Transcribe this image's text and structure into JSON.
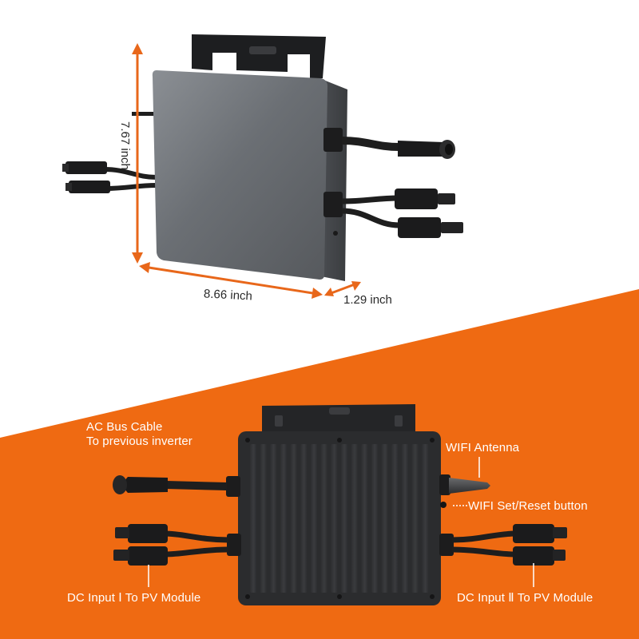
{
  "colors": {
    "orange": "#ef6a12",
    "dimension_arrow": "#e8671a",
    "top_body": "#6a6e73",
    "bottom_body": "#2b2c2e",
    "cable": "#1e1e1e"
  },
  "dimensions": {
    "height": "7.67 inch",
    "width": "8.66 inch",
    "depth": "1.29 inch"
  },
  "callouts": {
    "ac_cable_line1": "AC Bus Cable",
    "ac_cable_line2": "To previous inverter",
    "wifi_antenna": "WIFI Antenna",
    "wifi_reset": "WIFI Set/Reset button",
    "dc_input_1": "DC Input Ⅰ To PV Module",
    "dc_input_2": "DC Input Ⅱ To PV Module"
  }
}
